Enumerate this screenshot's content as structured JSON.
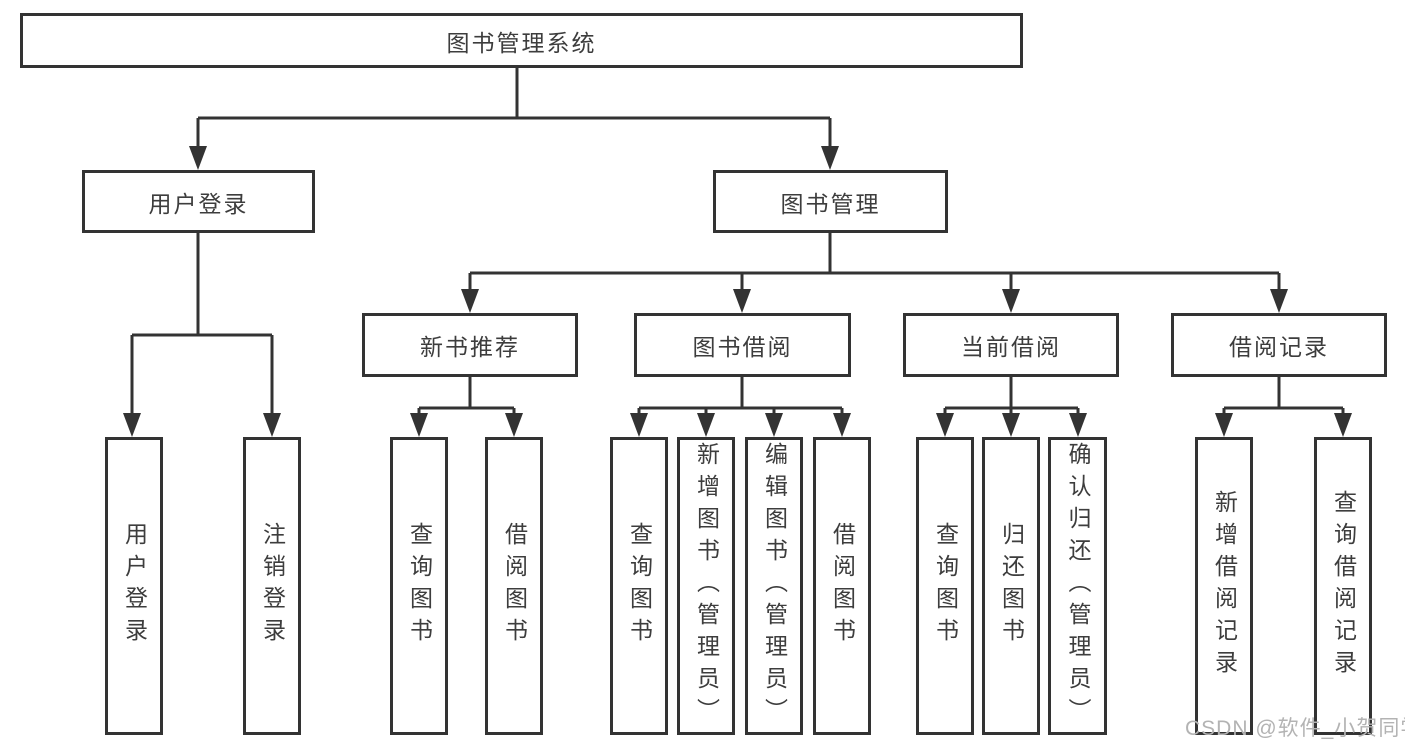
{
  "diagram": {
    "root": "图书管理系统",
    "user_login": {
      "label": "用户登录",
      "children": [
        "用户登录",
        "注销登录"
      ]
    },
    "book_mgmt": {
      "label": "图书管理",
      "sections": [
        {
          "label": "新书推荐",
          "children": [
            "查询图书",
            "借阅图书"
          ]
        },
        {
          "label": "图书借阅",
          "children": [
            "查询图书",
            "新增图书（管理员）",
            "编辑图书（管理员）",
            "借阅图书"
          ]
        },
        {
          "label": "当前借阅",
          "children": [
            "查询图书",
            "归还图书",
            "确认归还（管理员）"
          ]
        },
        {
          "label": "借阅记录",
          "children": [
            "新增借阅记录",
            "查询借阅记录"
          ]
        }
      ]
    },
    "watermark": "CSDN @软件_小贺同学"
  }
}
